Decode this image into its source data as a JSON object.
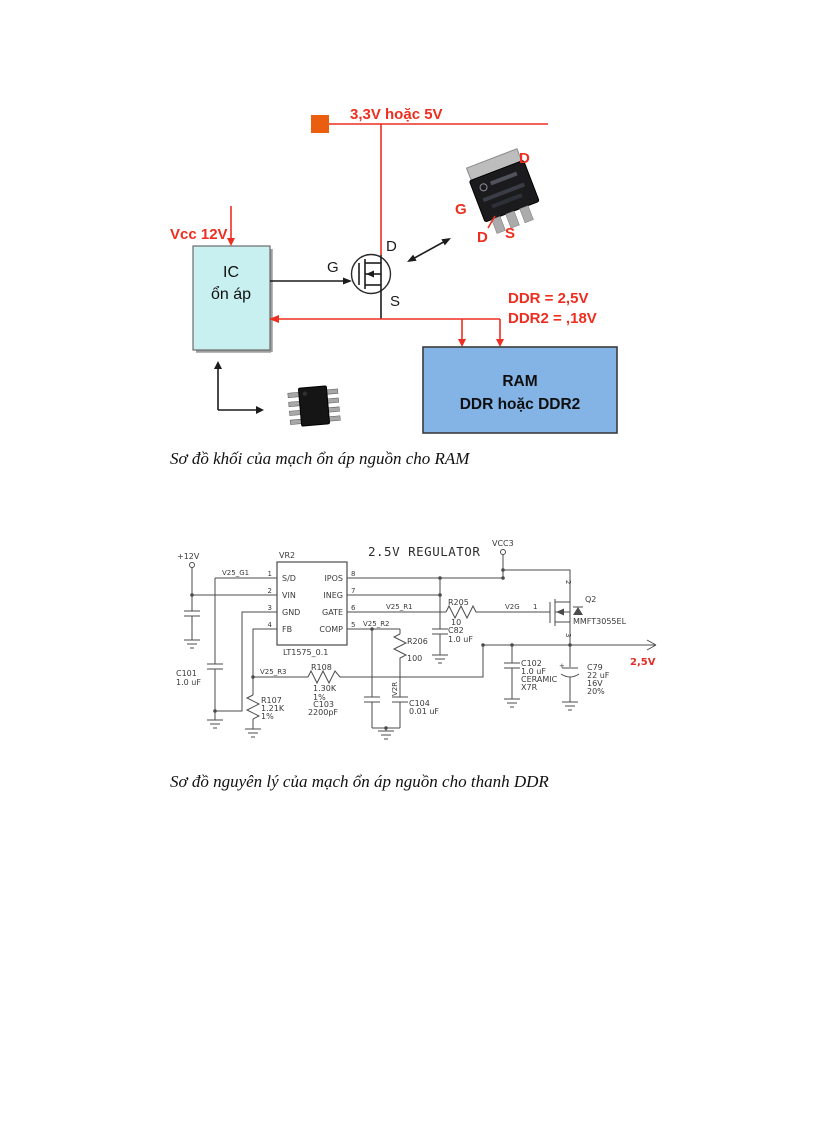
{
  "captions": {
    "fig1": "Sơ đồ khối của mạch ổn áp nguồn cho RAM",
    "fig2": "Sơ đồ nguyên lý của mạch ổn áp nguồn cho thanh DDR"
  },
  "block": {
    "rail_label": "3,3V hoặc 5V",
    "vcc_label": "Vcc 12V",
    "mosfet": {
      "g": "G",
      "d": "D",
      "s": "S"
    },
    "package": {
      "d_top": "D",
      "g": "G",
      "d_bot": "D",
      "s": "S"
    },
    "ddr_label": "DDR = 2,5V",
    "ddr2_label": "DDR2 = ,18V",
    "ic_box": {
      "line1": "IC",
      "line2": "ổn áp"
    },
    "ram_box": {
      "line1": "RAM",
      "line2": "DDR hoặc DDR2"
    },
    "colors": {
      "red": "#ee2e20",
      "orange": "#e95f0f",
      "ic_fill": "#c8f0f0",
      "ram_fill": "#84b3e6"
    }
  },
  "schematic": {
    "title": "2.5V REGULATOR",
    "power": {
      "v12": "+12V",
      "vcc3": "VCC3",
      "vout": "2,5V"
    },
    "ic": {
      "ref": "VR2",
      "part": "LT1575_0.1",
      "pins_left": [
        {
          "num": "1",
          "name": "S/D"
        },
        {
          "num": "2",
          "name": "VIN"
        },
        {
          "num": "3",
          "name": "GND"
        },
        {
          "num": "4",
          "name": "FB"
        }
      ],
      "pins_right": [
        {
          "num": "8",
          "name": "IPOS"
        },
        {
          "num": "7",
          "name": "INEG"
        },
        {
          "num": "6",
          "name": "GATE"
        },
        {
          "num": "5",
          "name": "COMP"
        }
      ]
    },
    "nets": {
      "v25_g1": "V25_G1",
      "v25_r1": "V25_R1",
      "v25_r2": "V25_R2",
      "v25_r3": "V25_R3",
      "v2g": "V2G",
      "v2r": "V2R"
    },
    "parts": {
      "c101": {
        "ref": "C101",
        "l2": "1.0 uF"
      },
      "r107": {
        "ref": "R107",
        "l2": "1.21K",
        "l3": "1%"
      },
      "r108": {
        "ref": "R108",
        "l2": "1.30K",
        "l3": "1%"
      },
      "c103": {
        "ref": "C103",
        "l2": "2200pF"
      },
      "r206": {
        "ref": "R206",
        "l2": "100"
      },
      "c104": {
        "ref": "C104",
        "l2": "0.01 uF"
      },
      "c82": {
        "ref": "C82",
        "l2": "1.0 uF"
      },
      "r205": {
        "ref": "R205",
        "l2": "10"
      },
      "q2": {
        "ref": "Q2",
        "part": "MMFT3055EL",
        "pin_g": "1",
        "pin_d": "2",
        "pin_s": "3"
      },
      "c102": {
        "ref": "C102",
        "l2": "1.0 uF",
        "l3": "CERAMIC",
        "l4": "X7R"
      },
      "c79": {
        "ref": "C79",
        "plus": "+",
        "l2": "22 uF",
        "l3": "16V",
        "l4": "20%"
      }
    }
  }
}
